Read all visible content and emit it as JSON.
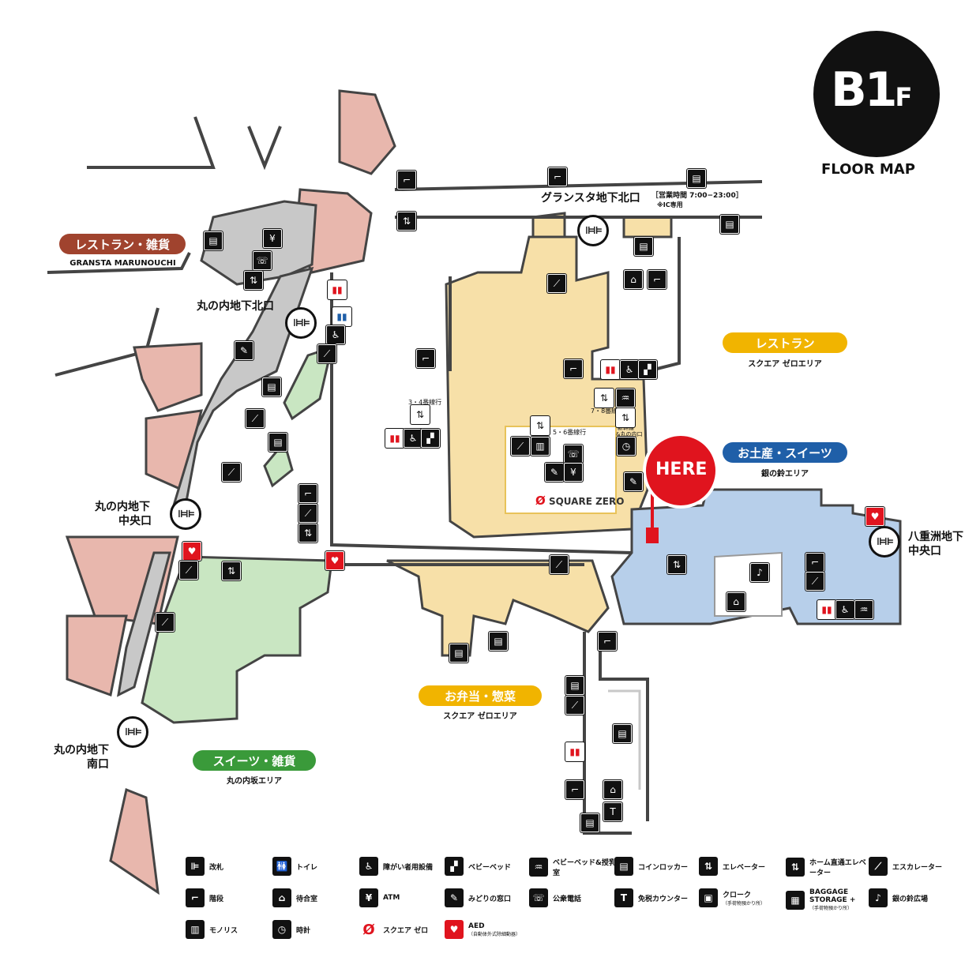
{
  "floor": {
    "badge": "B1",
    "badge_suffix": "F",
    "caption": "FLOOR MAP"
  },
  "here": {
    "label": "HERE"
  },
  "areas": {
    "restaurant_marunouchi": {
      "label": "レストラン・雑貨",
      "sub": "GRANSTA MARUNOUCHI",
      "color": "#a0432e"
    },
    "restaurant_zero": {
      "label": "レストラン",
      "sub": "スクエア ゼロエリア",
      "color": "#f1b400"
    },
    "souvenir": {
      "label": "お土産・スイーツ",
      "sub": "銀の鈴エリア",
      "color": "#1f5fa8"
    },
    "bento": {
      "label": "お弁当・惣菜",
      "sub": "スクエア ゼロエリア",
      "color": "#f1b400"
    },
    "sweets": {
      "label": "スイーツ・雑貨",
      "sub": "丸の内坂エリア",
      "color": "#3a9a3a"
    }
  },
  "gates": {
    "north_granstar": "グランスタ地下北口",
    "north_granstar_hours": "［営業時間 7:00−23:00］",
    "north_granstar_note": "※IC専用",
    "marunouchi_north": "丸の内地下北口",
    "marunouchi_center_1": "丸の内地下",
    "marunouchi_center_2": "中央口",
    "marunouchi_south_1": "丸の内地下",
    "marunouchi_south_2": "南口",
    "yaesu_center_1": "八重洲地下",
    "yaesu_center_2": "中央口"
  },
  "platform_labels": {
    "p34": "3・4番線行",
    "p56": "5・6番線行",
    "p78": "7・8番線行",
    "shinkansen_1": "新幹線",
    "shinkansen_2": "&丸の内口"
  },
  "square_zero": "SQUARE ZERO",
  "legend": [
    {
      "icon": "gate-icon",
      "glyph": "⊫",
      "label": "改札"
    },
    {
      "icon": "toilet-icon",
      "glyph": "🚻",
      "label": "トイレ"
    },
    {
      "icon": "accessible-toilet-icon",
      "glyph": "♿",
      "label": "障がい者用設備"
    },
    {
      "icon": "baby-bed-icon",
      "glyph": "▞",
      "label": "ベビーベッド"
    },
    {
      "icon": "nursing-room-icon",
      "glyph": "♒",
      "label": "ベビーベッド&授乳室"
    },
    {
      "icon": "coin-locker-icon",
      "glyph": "▤",
      "label": "コインロッカー"
    },
    {
      "icon": "elevator-icon",
      "glyph": "⇅",
      "label": "エレベーター"
    },
    {
      "icon": "platform-elevator-icon",
      "glyph": "⇅",
      "label": "ホーム直通エレベーター"
    },
    {
      "icon": "escalator-icon",
      "glyph": "⟋",
      "label": "エスカレーター"
    },
    {
      "icon": "stairs-icon",
      "glyph": "⌐",
      "label": "階段"
    },
    {
      "icon": "waiting-room-icon",
      "glyph": "⌂",
      "label": "待合室"
    },
    {
      "icon": "atm-icon",
      "glyph": "¥",
      "label": "ATM"
    },
    {
      "icon": "ticket-office-icon",
      "glyph": "✎",
      "label": "みどりの窓口"
    },
    {
      "icon": "phone-icon",
      "glyph": "☏",
      "label": "公衆電話"
    },
    {
      "icon": "tax-free-icon",
      "glyph": "T",
      "label": "免税カウンター"
    },
    {
      "icon": "cloak-icon",
      "glyph": "▣",
      "label": "クローク"
    },
    {
      "icon": "baggage-icon",
      "glyph": "▦",
      "label": "BAGGAGE STORAGE +"
    },
    {
      "icon": "silver-bell-icon",
      "glyph": "♪",
      "label": "銀の鈴広場"
    },
    {
      "icon": "monolith-icon",
      "glyph": "▥",
      "label": "モノリス"
    },
    {
      "icon": "clock-icon",
      "glyph": "◷",
      "label": "時計"
    },
    {
      "icon": "square-zero-icon",
      "glyph": "Ø",
      "label": "スクエア ゼロ"
    },
    {
      "icon": "aed-icon",
      "glyph": "♥",
      "label": "AED"
    }
  ],
  "legend_notes": {
    "cloak": "（手荷物預かり所）",
    "baggage": "（手荷物預かり所）",
    "aed": "（自動体外式除細動器）"
  },
  "colors": {
    "pink": "#e8b7ad",
    "grey": "#c8c8c8",
    "yellow": "#f7e0a8",
    "blue": "#b7cfea",
    "green": "#c9e6c2",
    "wall": "#444444",
    "here_red": "#e0141e"
  }
}
